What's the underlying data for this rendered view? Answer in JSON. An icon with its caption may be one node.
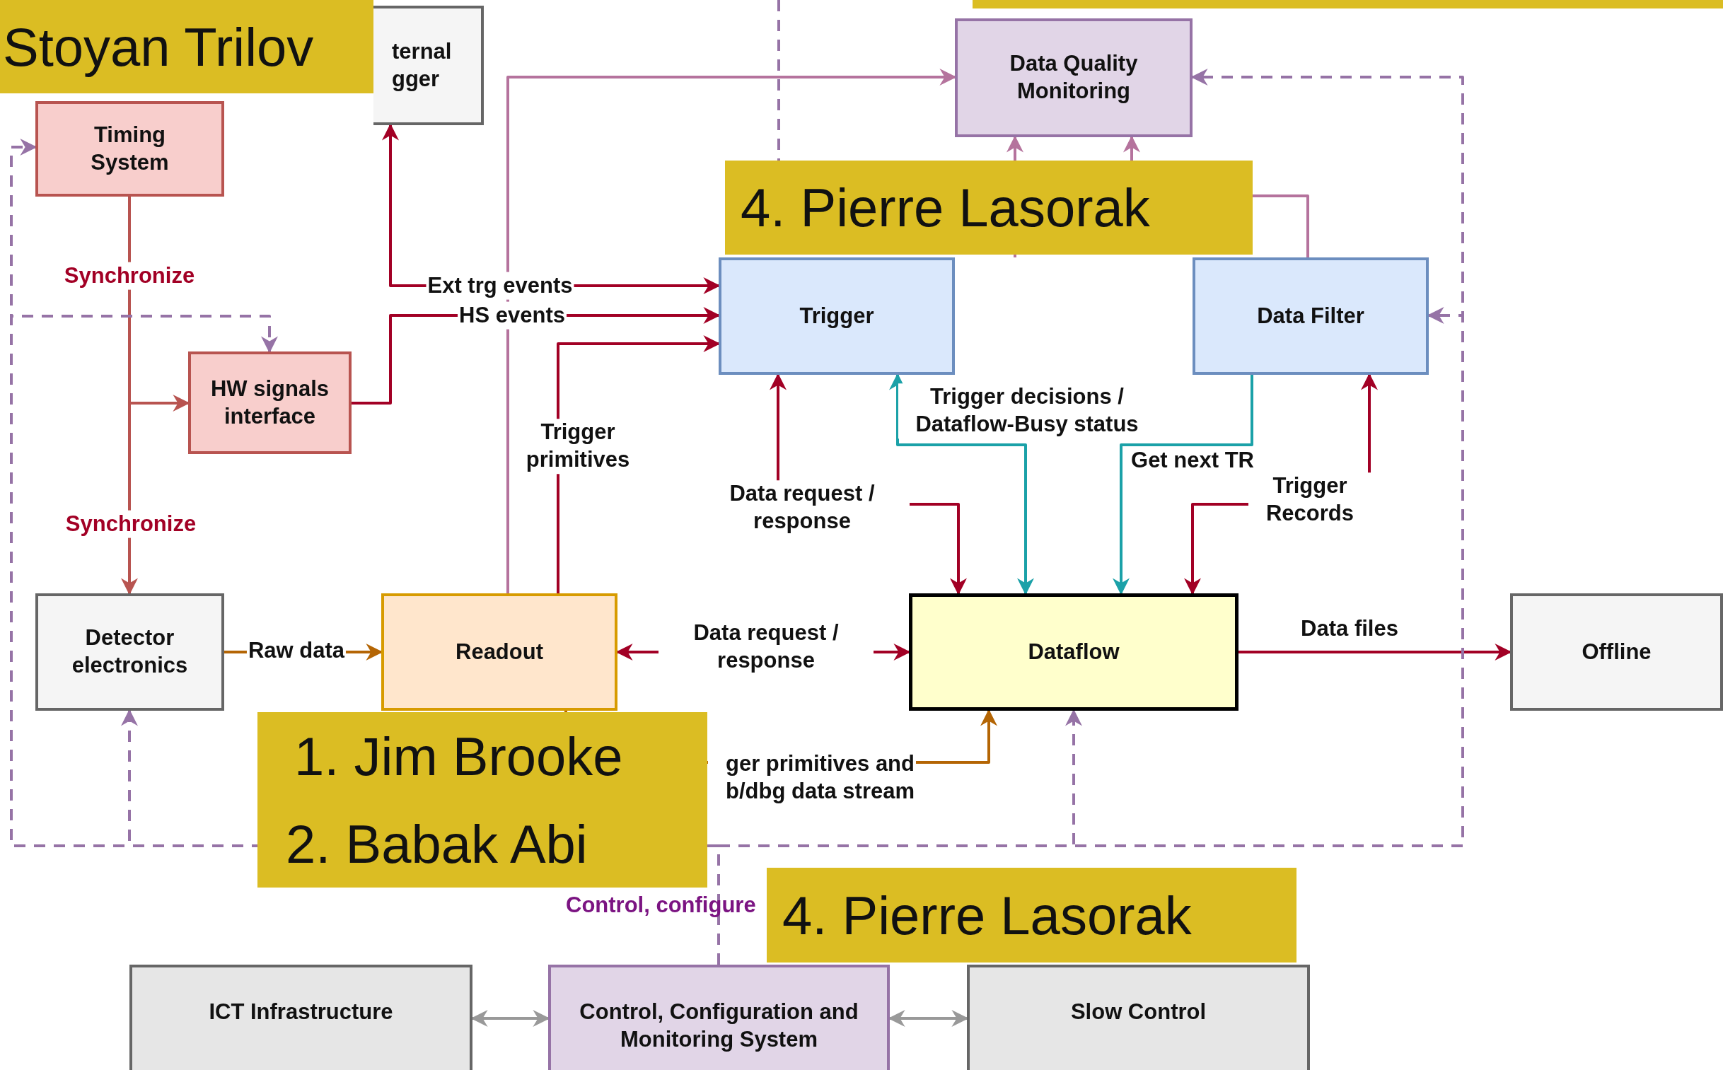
{
  "diagram": {
    "nodes": [
      {
        "text": [
          "ternal gger"
        ]
      },
      {
        "text": [
          "Timing System"
        ]
      },
      {
        "text": [
          "Data Quality Monitoring"
        ]
      },
      {
        "text": [
          "Trigger"
        ]
      },
      {
        "text": [
          "Data Filter"
        ]
      },
      {
        "text": [
          "HW signals interface"
        ]
      },
      {
        "text": [
          "Detector electronics"
        ]
      },
      {
        "text": [
          "Readout"
        ]
      },
      {
        "text": [
          "Dataflow"
        ]
      },
      {
        "text": [
          "Offline"
        ]
      },
      {
        "text": [
          "ICT Infrastructure"
        ]
      },
      {
        "text": [
          "Control, Configuration and Monitoring System"
        ]
      },
      {
        "text": [
          "Slow Control"
        ]
      }
    ],
    "edges": [
      {
        "from": 1,
        "to": 5,
        "arrow": "to",
        "label": "Synchronize",
        "color": "#b85450"
      },
      {
        "from": 1,
        "to": 6,
        "arrow": "to",
        "label": "Synchronize",
        "color": "#b85450"
      },
      {
        "from": 5,
        "to": 3,
        "arrow": "to",
        "label": "HS events"
      },
      {
        "from": 0,
        "to": 3,
        "arrow": "both",
        "label": "Ext trg events"
      },
      {
        "from": 7,
        "to": 3,
        "arrow": "to",
        "label": "Trigger primitives"
      },
      {
        "from": 7,
        "to": 2,
        "arrow": "to",
        "color": "#b5739d"
      },
      {
        "from": 3,
        "to": 8,
        "arrow": "both",
        "label": "Data request / response"
      },
      {
        "from": 3,
        "to": 8,
        "arrow": "both",
        "label": "Trigger decisions / Dataflow-Busy status",
        "color": "#1ba1a8"
      },
      {
        "from": 4,
        "to": 8,
        "arrow": "to",
        "label": "Get next TR",
        "color": "#1ba1a8"
      },
      {
        "from": 8,
        "to": 4,
        "arrow": "both",
        "label": "Trigger Records"
      },
      {
        "from": 6,
        "to": 7,
        "arrow": "to",
        "label": "Raw data",
        "color": "#b46504"
      },
      {
        "from": 7,
        "to": 8,
        "arrow": "both",
        "label": "Data request / response"
      },
      {
        "from": 7,
        "to": 8,
        "arrow": "to",
        "label": "ger primitives and b/dbg data stream",
        "color": "#b46504"
      },
      {
        "from": 8,
        "to": 9,
        "arrow": "to",
        "label": "Data files"
      },
      {
        "from": 4,
        "to": 2,
        "arrow": "to",
        "color": "#b5739d"
      },
      {
        "from": 3,
        "to": 2,
        "arrow": "to",
        "color": "#b5739d"
      },
      {
        "from": 10,
        "to": 11,
        "arrow": "both",
        "color": "#999999"
      },
      {
        "from": 11,
        "to": 12,
        "arrow": "both",
        "color": "#999999"
      },
      {
        "from": 11,
        "to": 1,
        "arrow": "to",
        "style": "dashed",
        "color": "#9673a6"
      },
      {
        "from": 11,
        "to": 5,
        "arrow": "to",
        "style": "dashed",
        "color": "#9673a6"
      },
      {
        "from": 11,
        "to": 6,
        "arrow": "to",
        "style": "dashed",
        "color": "#9673a6"
      },
      {
        "from": 11,
        "to": 8,
        "arrow": "to",
        "style": "dashed",
        "color": "#9673a6"
      },
      {
        "from": 11,
        "to": 2,
        "arrow": "to",
        "style": "dashed",
        "color": "#9673a6"
      },
      {
        "from": 11,
        "to": 4,
        "arrow": "to",
        "style": "dashed",
        "color": "#9673a6"
      },
      {
        "from": null,
        "to": 3,
        "arrow": "none",
        "style": "dashed",
        "color": "#9673a6"
      }
    ],
    "labels": [
      "Stoyan Trilov",
      "4. Pierre Lasorak",
      "1. Jim Brooke",
      "2. Babak Abi",
      "Control, configure",
      "4. Pierre Lasorak"
    ]
  }
}
